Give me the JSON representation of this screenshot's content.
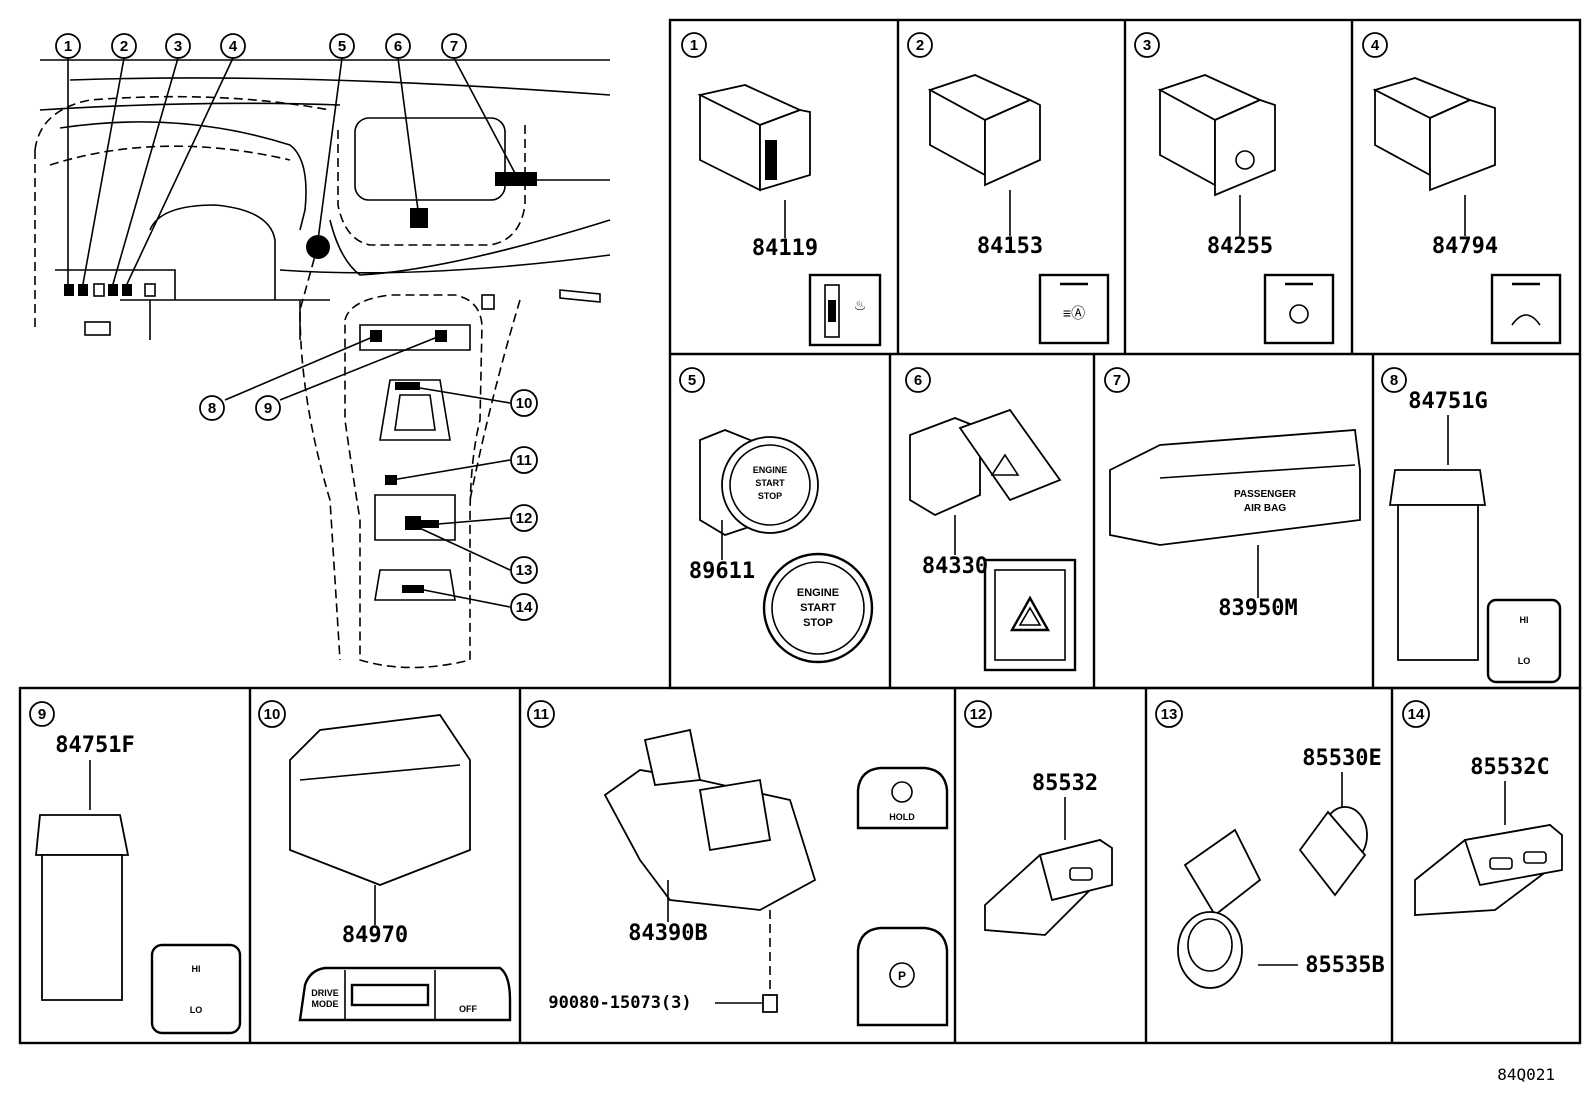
{
  "overview": {
    "callouts": [
      "1",
      "2",
      "3",
      "4",
      "5",
      "6",
      "7",
      "8",
      "9",
      "10",
      "11",
      "12",
      "13",
      "14"
    ]
  },
  "panels": [
    {
      "num": "1",
      "part": "84119"
    },
    {
      "num": "2",
      "part": "84153"
    },
    {
      "num": "3",
      "part": "84255"
    },
    {
      "num": "4",
      "part": "84794"
    },
    {
      "num": "5",
      "part": "89611",
      "face_lines": [
        "ENGINE",
        "START",
        "STOP"
      ],
      "face_lines_small": [
        "ENGINE",
        "START",
        "STOP"
      ]
    },
    {
      "num": "6",
      "part": "84330"
    },
    {
      "num": "7",
      "part": "83950M",
      "face_lines": [
        "PASSENGER",
        "AIR BAG"
      ]
    },
    {
      "num": "8",
      "part": "84751G",
      "hi": "HI",
      "lo": "LO"
    },
    {
      "num": "9",
      "part": "84751F",
      "hi": "HI",
      "lo": "LO"
    },
    {
      "num": "10",
      "part": "84970",
      "drive_lines": [
        "DRIVE",
        "MODE"
      ],
      "off": "OFF"
    },
    {
      "num": "11",
      "part": "84390B",
      "screw": "90080-15073(3)",
      "hold": "HOLD",
      "p": "P"
    },
    {
      "num": "12",
      "part": "85532"
    },
    {
      "num": "13",
      "part": "85530E",
      "part2": "85535B"
    },
    {
      "num": "14",
      "part": "85532C"
    }
  ],
  "ref_code": "84Q021"
}
